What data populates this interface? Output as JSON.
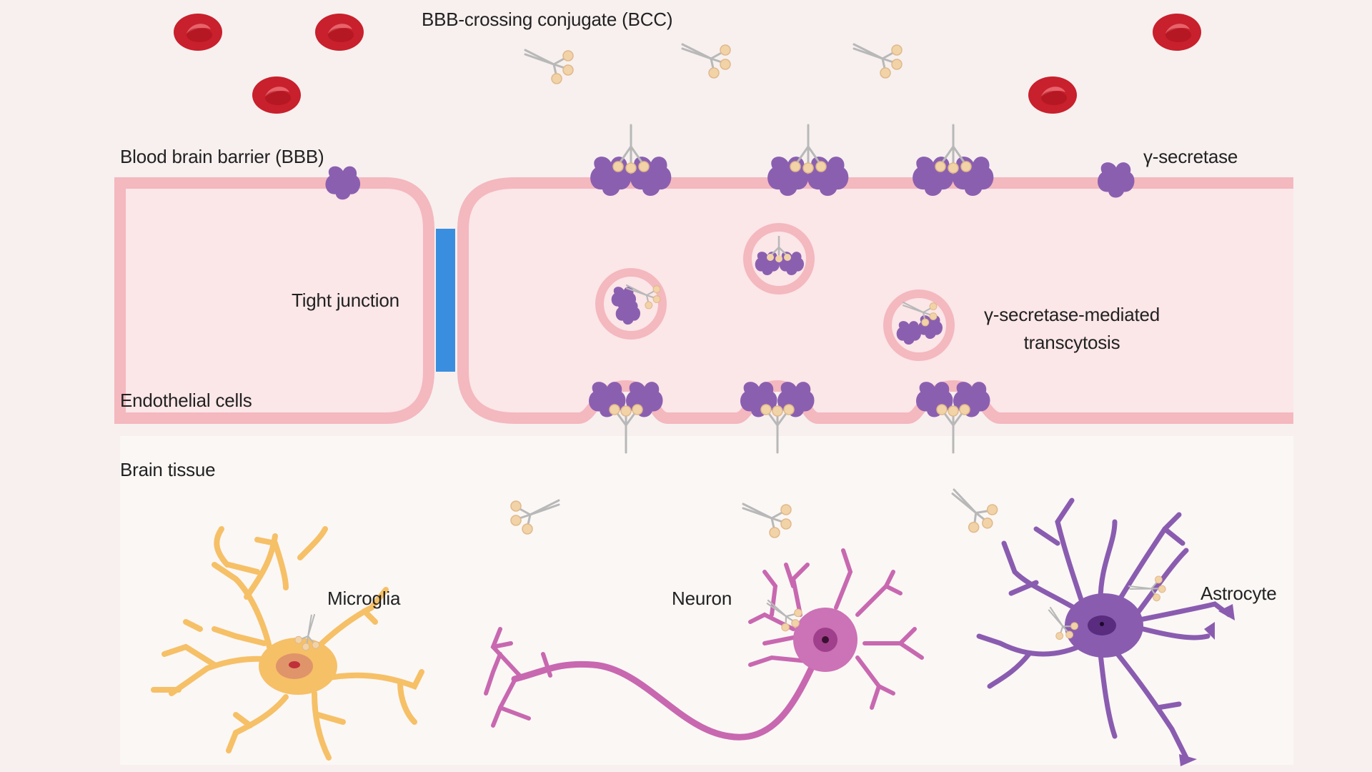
{
  "labels": {
    "bcc": "BBB-crossing conjugate (BCC)",
    "bbb": "Blood brain barrier (BBB)",
    "gamma_secretase": "γ-secretase",
    "tight_junction": "Tight junction",
    "transcytosis_line1": "γ-secretase-mediated",
    "transcytosis_line2": "transcytosis",
    "endothelial": "Endothelial cells",
    "brain_tissue": "Brain tissue",
    "microglia": "Microglia",
    "neuron": "Neuron",
    "astrocyte": "Astrocyte"
  },
  "colors": {
    "background": "#f7f0ef",
    "endothelial_fill": "#fbe6e8",
    "membrane": "#f4b8bf",
    "tight_junction": "#3a8ee0",
    "red_blood_cell": "#c8202c",
    "gamma_secretase": "#8b5fb0",
    "conjugate_stem": "#b9b9b9",
    "conjugate_bead": "#f2d3a8",
    "microglia": "#f6c067",
    "neuron": "#c868b0",
    "astrocyte": "#8a5cb0"
  }
}
